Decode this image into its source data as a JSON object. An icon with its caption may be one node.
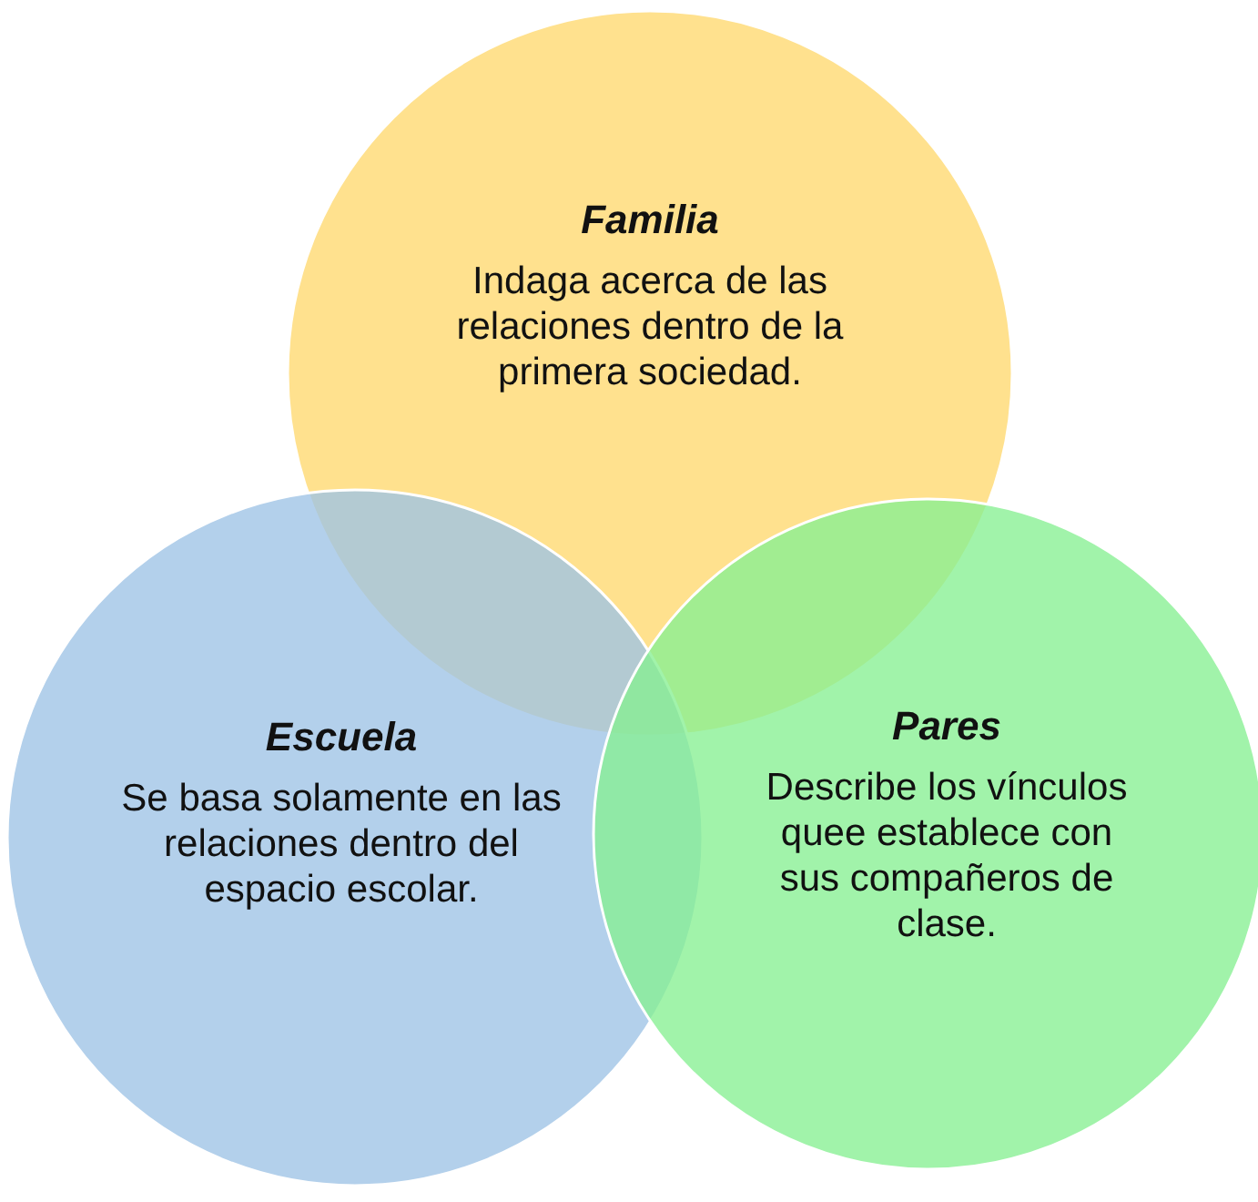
{
  "diagram": {
    "nodes": [
      {
        "text": [
          "Familia",
          "Indaga acerca de las relaciones dentro de la primera sociedad."
        ]
      },
      {
        "text": [
          "Escuela",
          "Se basa solamente en las relaciones dentro del espacio escolar."
        ]
      },
      {
        "text": [
          "Pares",
          "Describe los vínculos quee establece con sus compañeros de clase."
        ]
      }
    ],
    "edges": []
  }
}
